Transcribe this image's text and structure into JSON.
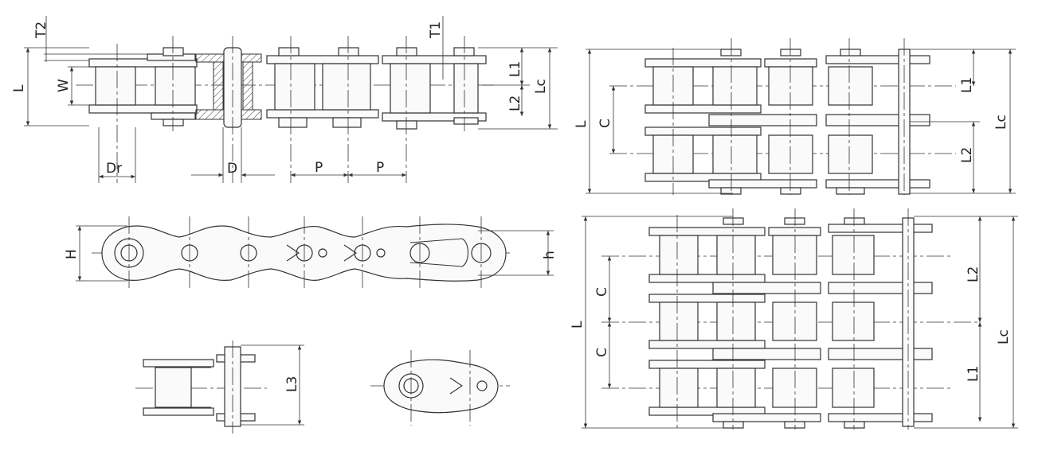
{
  "labels": {
    "T2": "T2",
    "T1": "T1",
    "L": "L",
    "W": "W",
    "L1": "L1",
    "L2": "L2",
    "Lc": "Lc",
    "Dr": "Dr",
    "D": "D",
    "P": "P",
    "C": "C",
    "H": "H",
    "h": "h",
    "L3": "L3"
  }
}
